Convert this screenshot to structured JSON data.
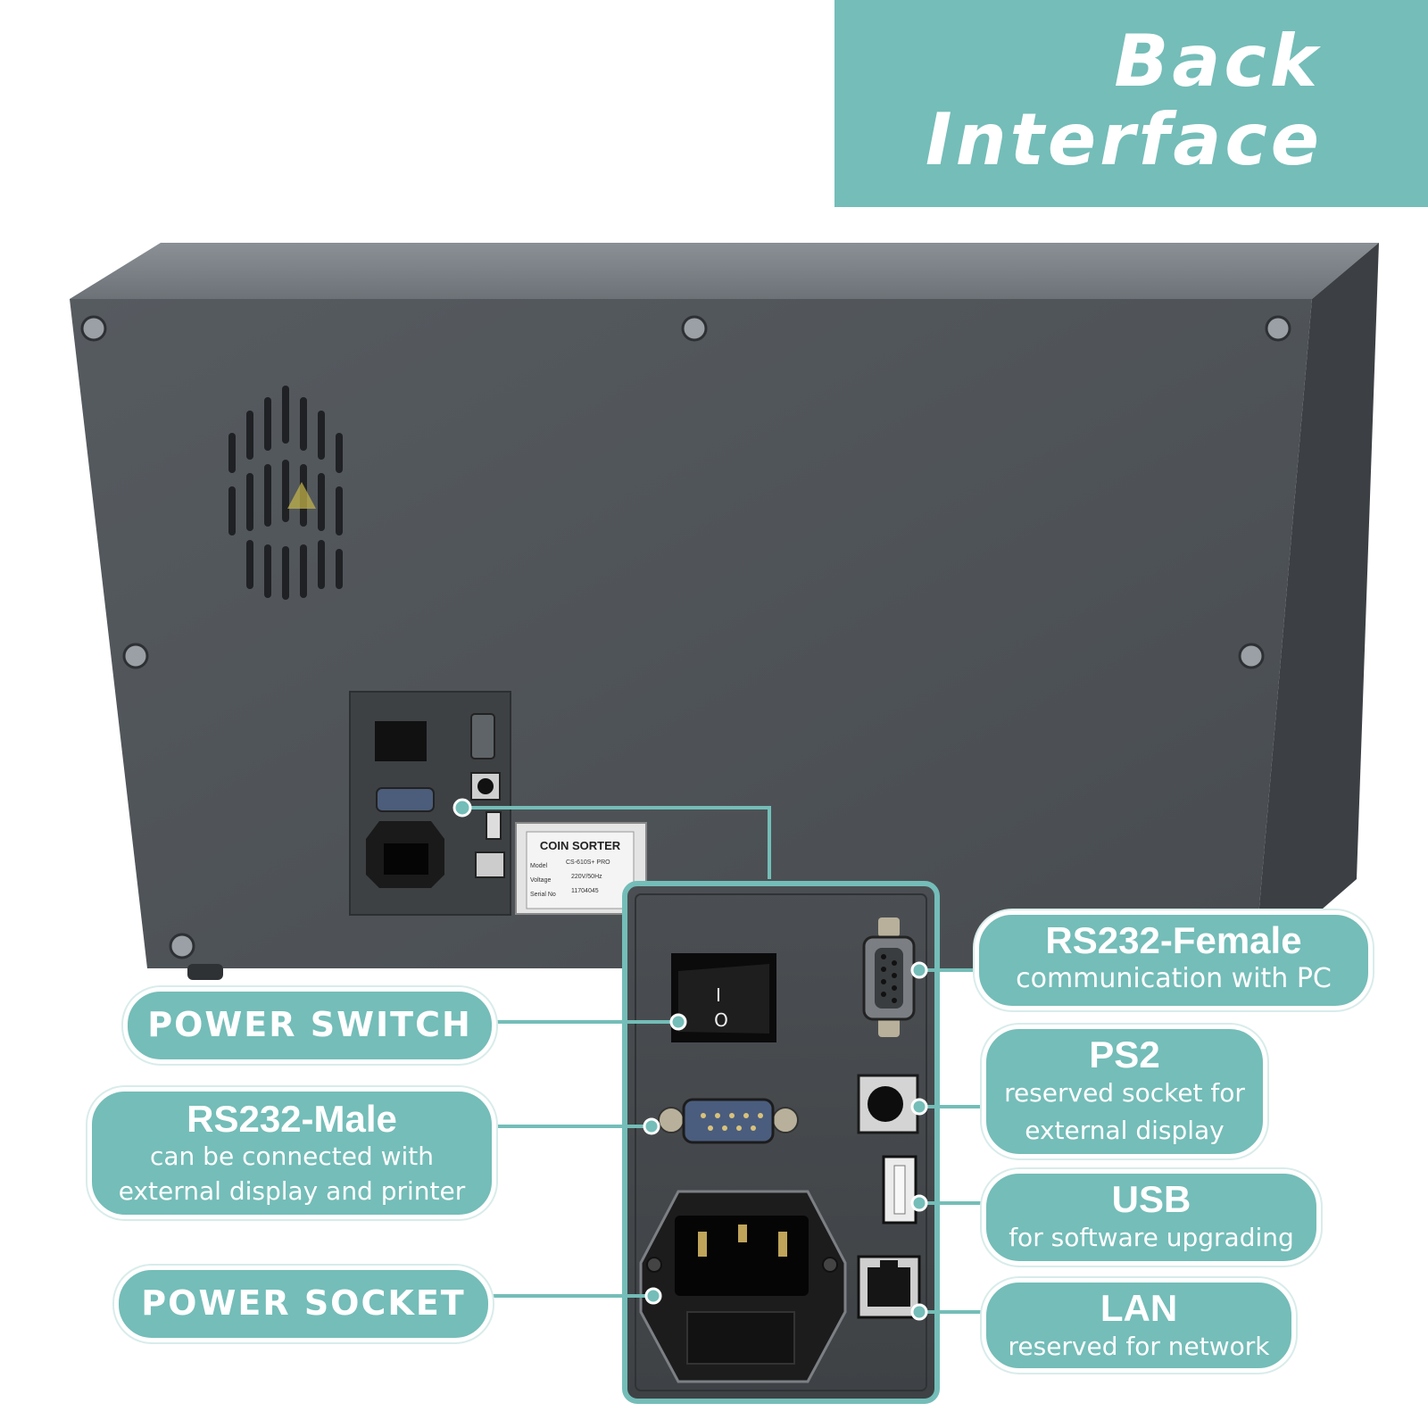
{
  "title": {
    "line1": "Back",
    "line2": "Interface"
  },
  "plate": {
    "header": "COIN SORTER",
    "rows": [
      {
        "label": "Model",
        "value": "CS-610S+ PRO"
      },
      {
        "label": "Voltage",
        "value": "220V/50Hz"
      },
      {
        "label": "Serial No",
        "value": "11704045"
      }
    ]
  },
  "switch_marks": {
    "on": "I",
    "off": "O"
  },
  "labels": {
    "power_switch": {
      "head": "POWER SWITCH"
    },
    "rs232_male": {
      "head": "RS232-Male",
      "sub1": "can be connected with",
      "sub2": "external display and printer"
    },
    "power_socket": {
      "head": "POWER SOCKET"
    },
    "rs232_female": {
      "head": "RS232-Female",
      "sub1": "communication with PC"
    },
    "ps2": {
      "head": "PS2",
      "sub1": "reserved socket for",
      "sub2": "external display"
    },
    "usb": {
      "head": "USB",
      "sub1": "for software upgrading"
    },
    "lan": {
      "head": "LAN",
      "sub1": "reserved for network"
    }
  },
  "colors": {
    "accent": "#74bdb8",
    "body": "#4e5357",
    "panel": "#3f4346"
  }
}
